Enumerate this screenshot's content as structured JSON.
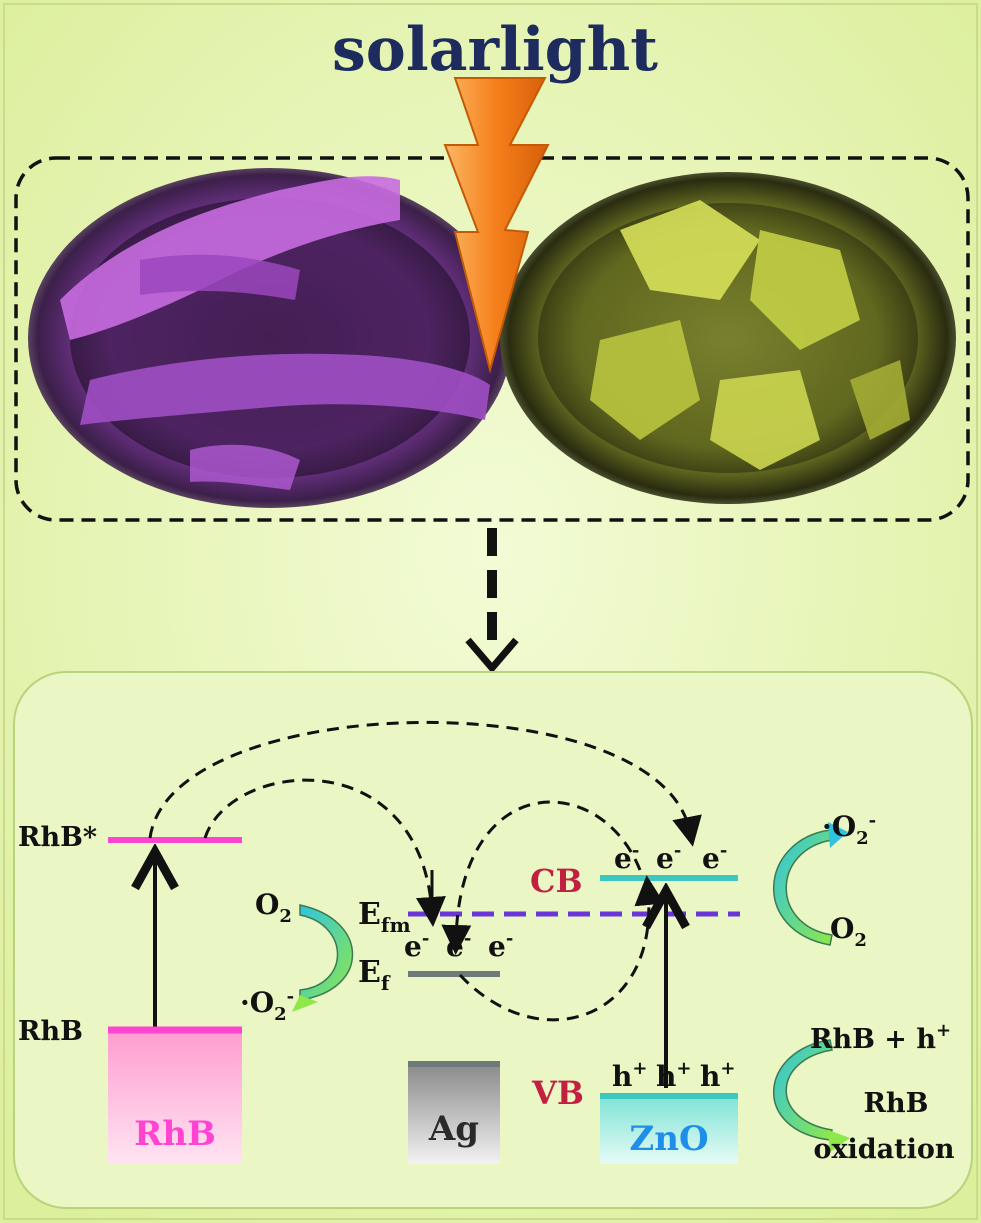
{
  "header": {
    "title": "solarlight"
  },
  "diagram": {
    "rhb_excited_label": "RhB*",
    "rhb_ground_label": "RhB",
    "rhb_box_label": "RhB",
    "ag_box_label": "Ag",
    "zno_box_label": "ZnO",
    "cb_label": "CB",
    "vb_label": "VB",
    "efm_main": "E",
    "efm_sub": "fm",
    "ef_main": "E",
    "ef_sub": "f",
    "electron": "e",
    "minus": "-",
    "hole": "h",
    "plus": "+",
    "o2_main": "O",
    "o2_sub": "2",
    "superoxide_dot": "·O",
    "rhb_plus_h": "RhB + h",
    "rhb_oxidation_line1": "RhB",
    "rhb_oxidation_line2": "oxidation"
  },
  "colors": {
    "background": "#e9f5bf",
    "title": "#1d2b5e",
    "bolt": "#f5841f",
    "rhb": "#ff44d2",
    "cb_vb_label": "#c22040",
    "zno_line": "#3cc8be",
    "fermi_dash": "#6a35d6",
    "zno_text": "#1e8ee8",
    "ag_text": "#2a2a2a"
  }
}
